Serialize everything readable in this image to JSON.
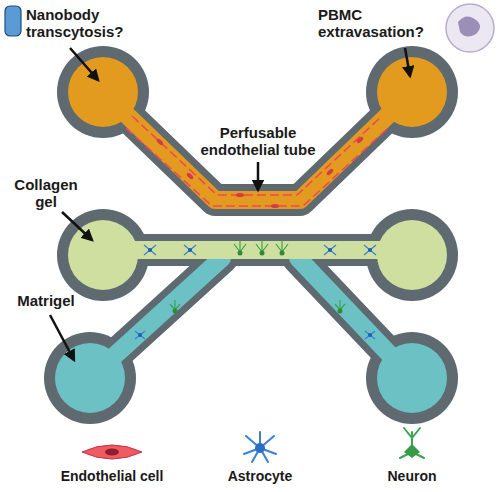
{
  "diagram": {
    "labels": [
      "Nanobody transcytosis?",
      "PBMC extravasation?",
      "Perfusable endothelial tube",
      "Collagen gel",
      "Matrigel"
    ],
    "legend": [
      {
        "text": "Endothelial cell"
      },
      {
        "text": "Astrocyte"
      },
      {
        "text": "Neuron"
      }
    ]
  }
}
